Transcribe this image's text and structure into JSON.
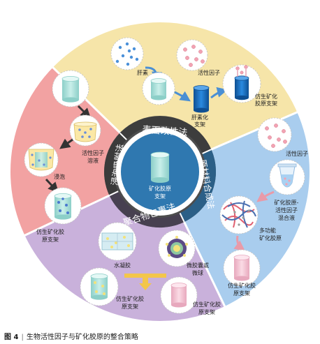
{
  "colors": {
    "top_sector": "#f6e5a9",
    "right_sector": "#a9cdee",
    "bottom_sector": "#c9b1db",
    "left_sector": "#f2a2a2",
    "ring_dark": "#4a4a4a",
    "center_bg": "#246a9f",
    "accent_blue": "#1c6fbf",
    "arrow_gray": "#3a3a3a"
  },
  "center": {
    "label_line1": "矿化胶原",
    "label_line2": "支架"
  },
  "strategies": {
    "top": "表面改性法",
    "right": "原材料合成法",
    "bottom": "聚合物包裹法",
    "left": "浸泡吸附法"
  },
  "labels": {
    "heparin": "肝素",
    "active_factor_top": "活性因子",
    "scaffold_top_line1": "仿生矿化",
    "scaffold_top_line2": "胶原支架",
    "heparinized_line1": "肝素化",
    "heparinized_line2": "支架",
    "active_factor_right": "活性因子",
    "mix_line1": "矿化胶原-",
    "mix_line2": "活性因子",
    "mix_line3": "混合液",
    "multifunc_line1": "多功能",
    "multifunc_line2": "矿化胶原",
    "scaffold_right_line1": "仿生矿化胶",
    "scaffold_right_line2": "原支架",
    "hydrogel": "水凝胶",
    "microcapsule_line1": "微胶囊或",
    "microcapsule_line2": "微球",
    "scaffold_bottom_left_line1": "仿生矿化胶",
    "scaffold_bottom_left_line2": "原支架",
    "scaffold_bottom_right_line1": "仿生矿化胶",
    "scaffold_bottom_right_line2": "原支架",
    "factor_solution_line1": "活性因子",
    "factor_solution_line2": "溶液",
    "soak": "浸泡",
    "scaffold_left_line1": "仿生矿化胶",
    "scaffold_left_line2": "原支架"
  },
  "caption": {
    "figure_no": "图 4",
    "text": "生物活性因子与矿化胶原的整合策略"
  }
}
